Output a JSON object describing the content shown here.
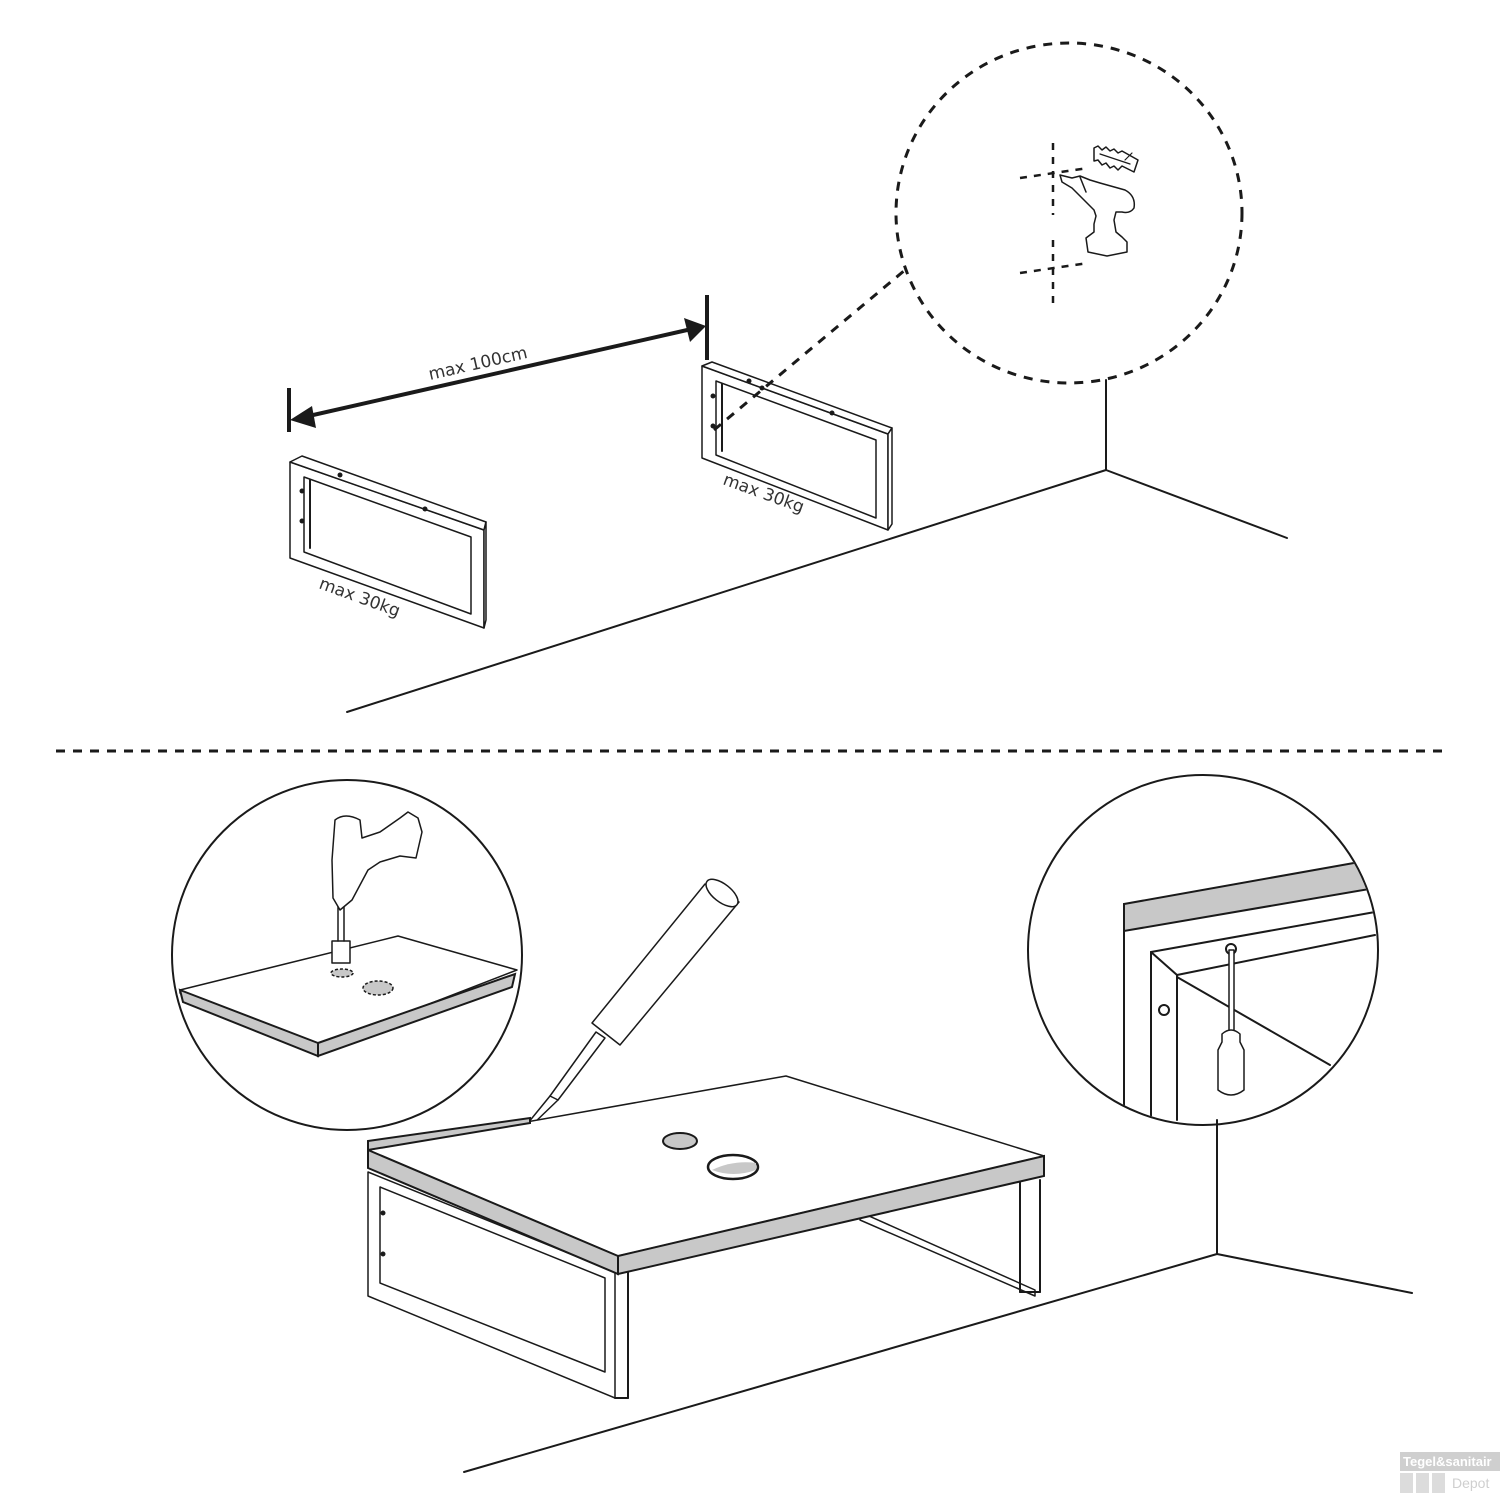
{
  "diagram": {
    "type": "installation-instructions",
    "step1": {
      "distance_label": "max 100cm",
      "left_bracket_label": "max 30kg",
      "right_bracket_label": "max 30kg",
      "detail": "drill and wall plug"
    },
    "step2": {
      "left_detail": "drill holes in countertop",
      "center": "apply sealant on brackets and place countertop",
      "right_detail": "screw countertop to bracket with screwdriver"
    },
    "colors": {
      "line": "#1a1a1a",
      "edge_fill": "#c8c8c8",
      "background": "#ffffff"
    }
  },
  "watermark": {
    "brand_top": "Tegel&sanitair",
    "brand_bottom": "Depot"
  }
}
